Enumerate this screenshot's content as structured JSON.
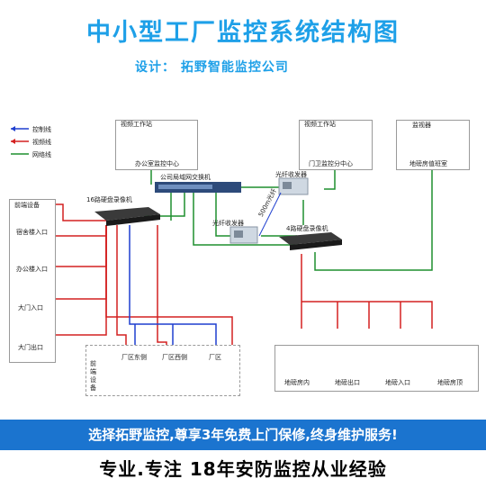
{
  "header": {
    "title": "中小型工厂监控系统结构图",
    "subtitle": "设计：  拓野智能监控公司"
  },
  "legend": [
    {
      "label": "控制线",
      "color": "#1f3fcf"
    },
    {
      "label": "视频线",
      "color": "#d42020"
    },
    {
      "label": "网络线",
      "color": "#1f8f2f"
    }
  ],
  "stations": {
    "office": {
      "title": "视频工作站",
      "label": "办公室监控中心"
    },
    "gate": {
      "title": "视频工作站",
      "label": "门卫监控分中心"
    },
    "monitor": {
      "title": "监视器",
      "label": "地磅房值班室"
    }
  },
  "devices": {
    "switch": "公司局域网交换机",
    "dvr16": "16路硬盘录像机",
    "dvr4": "4路硬盘录像机",
    "fiber1": "光纤收发器",
    "fiber2": "光纤收发器",
    "fiber_line": "500m光纤"
  },
  "left_group": {
    "heading": "前端设备",
    "items": [
      "宿舍楼入口",
      "办公楼入口",
      "大门入口",
      "大门出口"
    ]
  },
  "bottom_left": {
    "heading": "前端设备",
    "items": [
      "厂区东侧",
      "厂区西侧",
      "厂区"
    ]
  },
  "bottom_right": {
    "items": [
      "地磅房内",
      "地磅出口",
      "地磅入口",
      "地磅房顶"
    ]
  },
  "footer": {
    "slogan": "选择拓野监控,尊享3年免费上门保修,终身维护服务!",
    "tagline": "专业.专注  18年安防监控从业经验"
  }
}
